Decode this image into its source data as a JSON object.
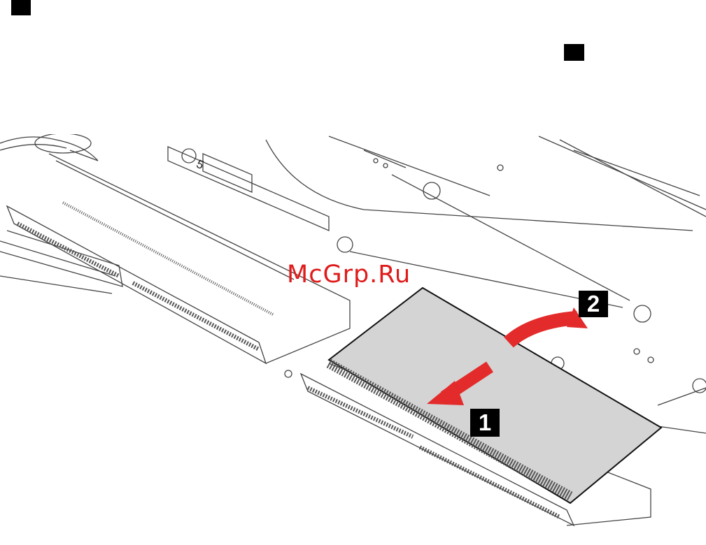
{
  "markers": {
    "step_square_1": "black-square",
    "step_square_2": "black-square"
  },
  "figure": {
    "slot_label": "5",
    "watermark": "McGrp.Ru",
    "callouts": [
      "1",
      "2"
    ],
    "arrow_color": "#e32b2b",
    "module_fill": "#d4d4d4"
  }
}
